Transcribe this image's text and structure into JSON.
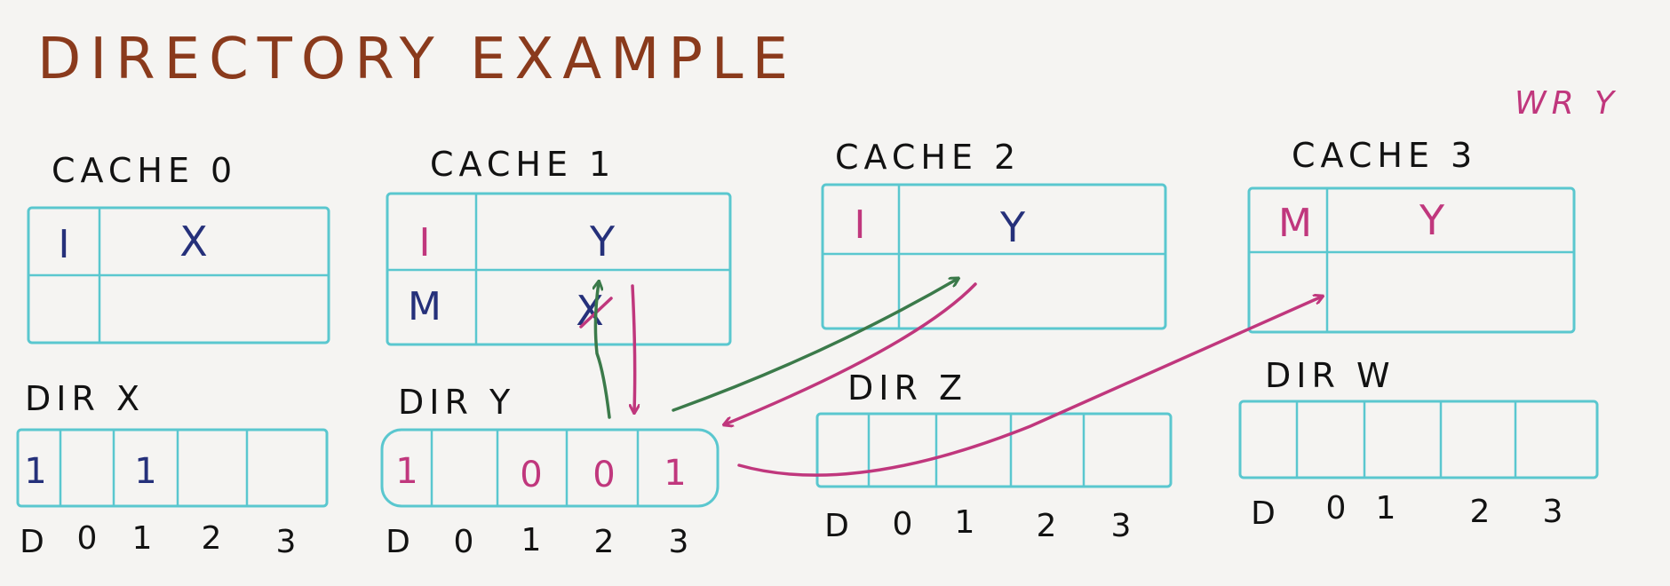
{
  "title": "DIRECTORY EXAMPLE",
  "note": "WR Y",
  "caches": [
    {
      "label": "CACHE 0",
      "rows": [
        {
          "state": "I",
          "tag": "X"
        },
        {
          "state": "",
          "tag": ""
        }
      ]
    },
    {
      "label": "CACHE 1",
      "rows": [
        {
          "state": "I",
          "tag": "Y"
        },
        {
          "state": "M",
          "tag": "X"
        }
      ]
    },
    {
      "label": "CACHE 2",
      "rows": [
        {
          "state": "I",
          "tag": "Y"
        },
        {
          "state": "",
          "tag": ""
        }
      ]
    },
    {
      "label": "CACHE 3",
      "rows": [
        {
          "state": "M",
          "tag": "Y"
        },
        {
          "state": "",
          "tag": ""
        }
      ]
    }
  ],
  "directories": [
    {
      "label": "DIR X",
      "bits": [
        "1",
        "",
        "1",
        "",
        ""
      ],
      "axis": [
        "D",
        "0",
        "1",
        "2",
        "3"
      ]
    },
    {
      "label": "DIR Y",
      "bits": [
        "1",
        "",
        "0",
        "0",
        "1"
      ],
      "axis": [
        "D",
        "0",
        "1",
        "2",
        "3"
      ]
    },
    {
      "label": "DIR Z",
      "bits": [
        "",
        "",
        "",
        "",
        ""
      ],
      "axis": [
        "D",
        "0",
        "1",
        "2",
        "3"
      ]
    },
    {
      "label": "DIR W",
      "bits": [
        "",
        "",
        "",
        "",
        ""
      ],
      "axis": [
        "D",
        "0",
        "1",
        "2",
        "3"
      ]
    }
  ],
  "colors": {
    "title": "#8a3a1c",
    "pink": "#c0377d",
    "navy": "#25307a",
    "green": "#3b7a4a",
    "cyan": "#5ac7cf"
  }
}
